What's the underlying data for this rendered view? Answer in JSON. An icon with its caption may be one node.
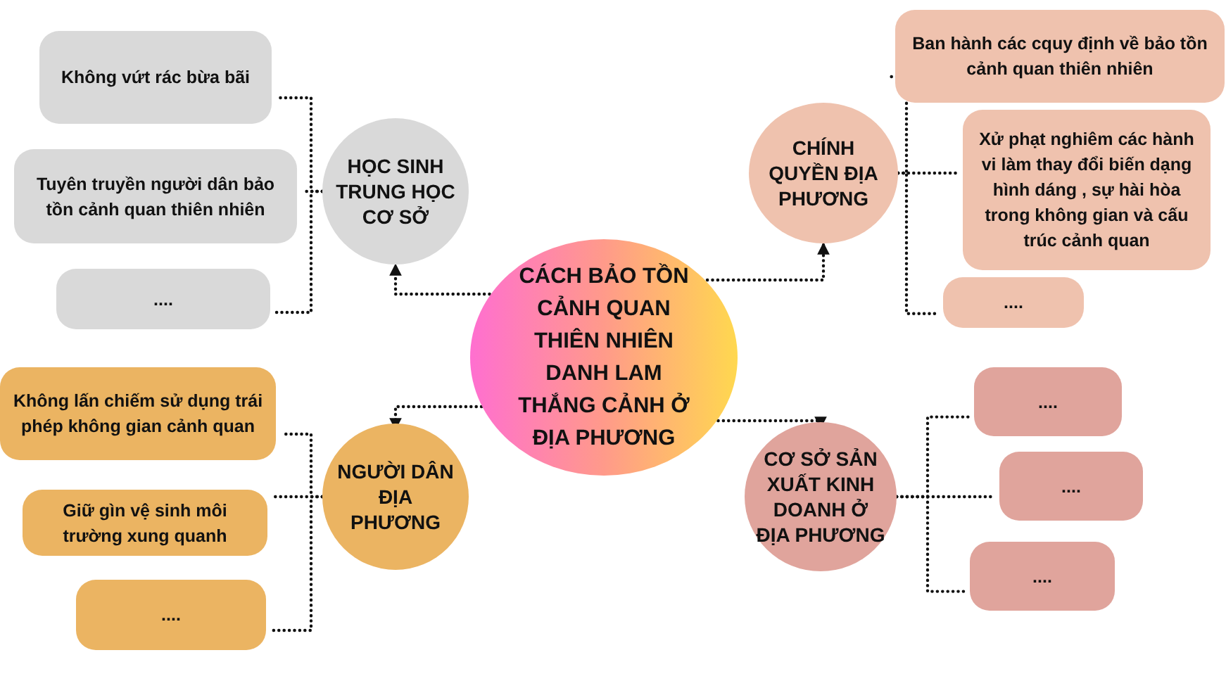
{
  "diagram": {
    "nodes": [
      {
        "text": [
          "CÁCH BẢO TỒN CẢNH QUAN THIÊN NHIÊN DANH LAM THẮNG CẢNH Ở ĐỊA PHƯƠNG"
        ]
      },
      {
        "text": [
          "HỌC SINH TRUNG HỌC CƠ SỞ"
        ]
      },
      {
        "text": [
          "Không vứt rác bừa bãi"
        ]
      },
      {
        "text": [
          "Tuyên truyền người dân bảo tồn cảnh quan thiên nhiên"
        ]
      },
      {
        "text": [
          "...."
        ]
      },
      {
        "text": [
          "CHÍNH QUYỀN ĐỊA PHƯƠNG"
        ]
      },
      {
        "text": [
          "Ban hành các cquy định về bảo tồn cảnh quan thiên nhiên"
        ]
      },
      {
        "text": [
          "Xử phạt nghiêm các hành vi làm thay đổi biến dạng hình dáng , sự hài hòa trong không gian và cấu trúc cảnh quan"
        ]
      },
      {
        "text": [
          "...."
        ]
      },
      {
        "text": [
          "NGƯỜI DÂN ĐỊA PHƯƠNG"
        ]
      },
      {
        "text": [
          "Không lấn chiếm sử dụng trái phép không gian cảnh quan"
        ]
      },
      {
        "text": [
          "Giữ gìn vệ sinh môi trường xung quanh"
        ]
      },
      {
        "text": [
          "...."
        ]
      },
      {
        "text": [
          "CƠ SỞ SẢN XUẤT KINH DOANH Ở ĐỊA PHƯƠNG"
        ]
      },
      {
        "text": [
          "...."
        ]
      },
      {
        "text": [
          "...."
        ]
      },
      {
        "text": [
          "...."
        ]
      }
    ],
    "edges": [
      {
        "from": 0,
        "to": 1,
        "arrow": "to"
      },
      {
        "from": 0,
        "to": 5,
        "arrow": "to"
      },
      {
        "from": 0,
        "to": 9,
        "arrow": "to"
      },
      {
        "from": 0,
        "to": 13,
        "arrow": "to"
      },
      {
        "from": 1,
        "to": 2,
        "arrow": "none"
      },
      {
        "from": 1,
        "to": 3,
        "arrow": "none"
      },
      {
        "from": 1,
        "to": 4,
        "arrow": "none"
      },
      {
        "from": 5,
        "to": 6,
        "arrow": "none"
      },
      {
        "from": 5,
        "to": 7,
        "arrow": "none"
      },
      {
        "from": 5,
        "to": 8,
        "arrow": "none"
      },
      {
        "from": 9,
        "to": 10,
        "arrow": "none"
      },
      {
        "from": 9,
        "to": 11,
        "arrow": "none"
      },
      {
        "from": 9,
        "to": 12,
        "arrow": "none"
      },
      {
        "from": 13,
        "to": 14,
        "arrow": "none"
      },
      {
        "from": 13,
        "to": 15,
        "arrow": "none"
      },
      {
        "from": 13,
        "to": 16,
        "arrow": "none"
      }
    ]
  }
}
